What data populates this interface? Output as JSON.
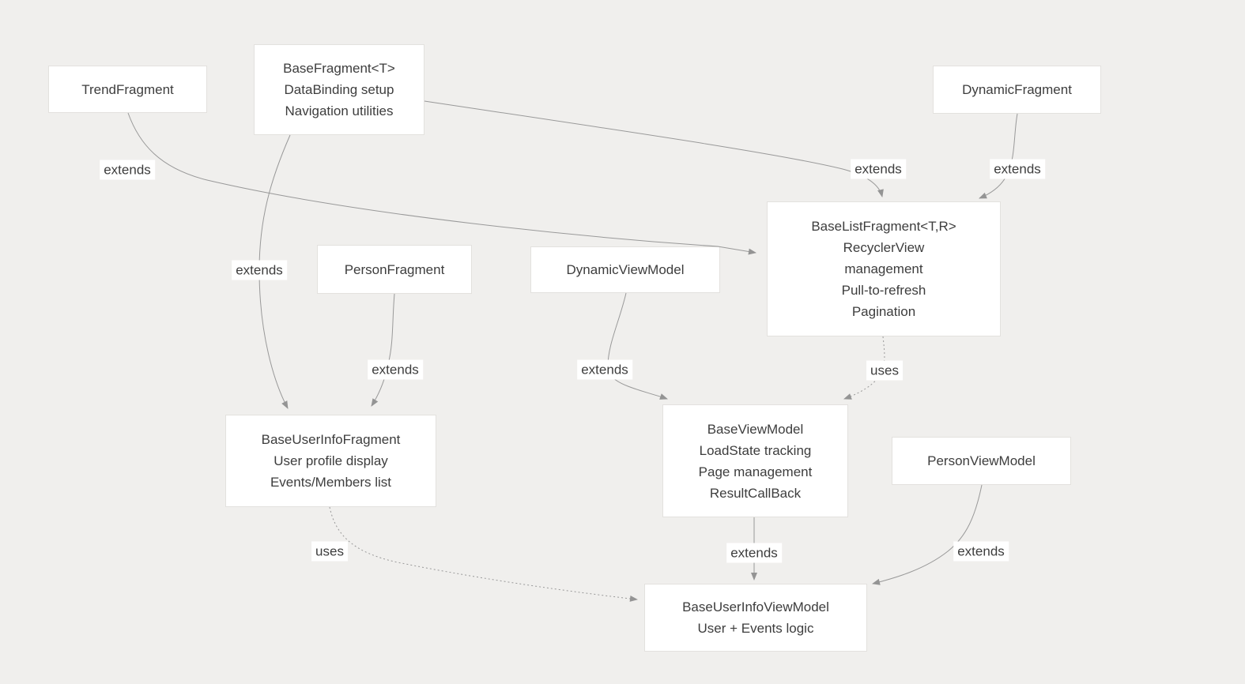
{
  "diagram": {
    "background_color": "#f0efed",
    "node_fill": "#ffffff",
    "node_border_color": "#e3e1de",
    "edge_color": "#999999",
    "text_color": "#3d3d3d",
    "nodes": [
      {
        "id": "trend-fragment",
        "lines": [
          "TrendFragment"
        ]
      },
      {
        "id": "base-fragment",
        "lines": [
          "BaseFragment<T>",
          "DataBinding setup",
          "Navigation utilities"
        ]
      },
      {
        "id": "dynamic-fragment",
        "lines": [
          "DynamicFragment"
        ]
      },
      {
        "id": "person-fragment",
        "lines": [
          "PersonFragment"
        ]
      },
      {
        "id": "dynamic-view-model",
        "lines": [
          "DynamicViewModel"
        ]
      },
      {
        "id": "base-list-fragment",
        "lines": [
          "BaseListFragment<T,R>",
          "RecyclerView",
          "management",
          "Pull-to-refresh",
          "Pagination"
        ]
      },
      {
        "id": "base-user-info-fragment",
        "lines": [
          "BaseUserInfoFragment",
          "User profile display",
          "Events/Members list"
        ]
      },
      {
        "id": "base-view-model",
        "lines": [
          "BaseViewModel",
          "LoadState tracking",
          "Page management",
          "ResultCallBack"
        ]
      },
      {
        "id": "person-view-model",
        "lines": [
          "PersonViewModel"
        ]
      },
      {
        "id": "base-user-info-view-model",
        "lines": [
          "BaseUserInfoViewModel",
          "User + Events logic"
        ]
      }
    ],
    "edges": [
      {
        "from": "TrendFragment",
        "to": "BaseListFragment<T,R>",
        "label": "extends",
        "style": "solid"
      },
      {
        "from": "BaseFragment<T>",
        "to": "BaseListFragment<T,R>",
        "label": "extends",
        "style": "solid"
      },
      {
        "from": "DynamicFragment",
        "to": "BaseListFragment<T,R>",
        "label": "extends",
        "style": "solid"
      },
      {
        "from": "BaseFragment<T>",
        "to": "BaseUserInfoFragment",
        "label": "extends",
        "style": "solid"
      },
      {
        "from": "PersonFragment",
        "to": "BaseUserInfoFragment",
        "label": "extends",
        "style": "solid"
      },
      {
        "from": "DynamicViewModel",
        "to": "BaseViewModel",
        "label": "extends",
        "style": "solid"
      },
      {
        "from": "BaseListFragment<T,R>",
        "to": "BaseViewModel",
        "label": "uses",
        "style": "dashed"
      },
      {
        "from": "BaseUserInfoFragment",
        "to": "BaseUserInfoViewModel",
        "label": "uses",
        "style": "dashed"
      },
      {
        "from": "BaseViewModel",
        "to": "BaseUserInfoViewModel",
        "label": "extends",
        "style": "solid"
      },
      {
        "from": "PersonViewModel",
        "to": "BaseUserInfoViewModel",
        "label": "extends",
        "style": "solid"
      }
    ]
  }
}
